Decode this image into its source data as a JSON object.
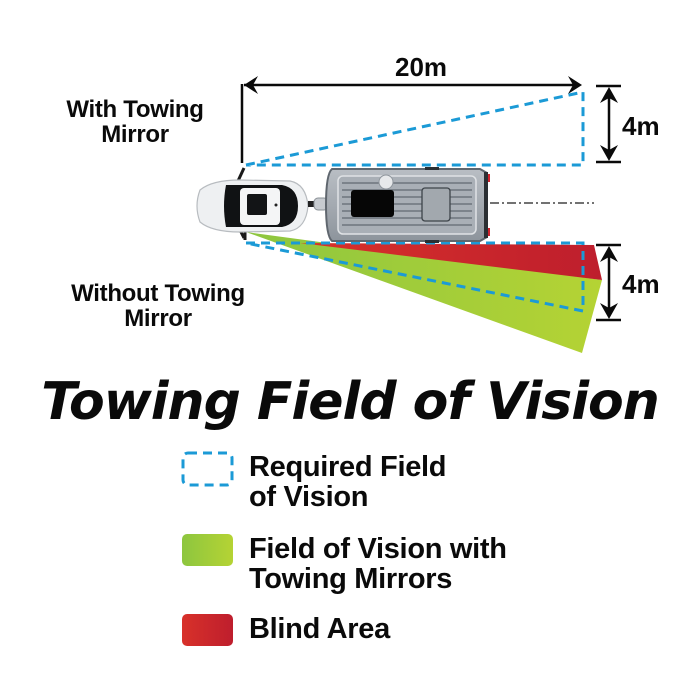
{
  "diagram": {
    "labels": {
      "with_mirror_line1": "With Towing",
      "with_mirror_line2": "Mirror",
      "without_mirror_line1": "Without Towing",
      "without_mirror_line2": "Mirror"
    },
    "dimensions": {
      "length": "20m",
      "width_top": "4m",
      "width_bottom": "4m"
    },
    "title": "Towing Field of Vision"
  },
  "legend": {
    "items": [
      {
        "label_line1": "Required Field",
        "label_line2": "of Vision",
        "style": "dashed",
        "color": "#1b9ad6"
      },
      {
        "label_line1": "Field of Vision with",
        "label_line2": "Towing Mirrors",
        "style": "fill",
        "color": "#a6d13a"
      },
      {
        "label_line1": "Blind Area",
        "label_line2": "",
        "style": "fill",
        "color": "#c8202c"
      }
    ]
  },
  "colors": {
    "required_dashed": "#1b9ad6",
    "vision_green_start": "#8dc63f",
    "vision_green_end": "#b5d334",
    "blind_red_start": "#d8312a",
    "blind_red_end": "#be1e2d",
    "text": "#0a0a0a"
  }
}
